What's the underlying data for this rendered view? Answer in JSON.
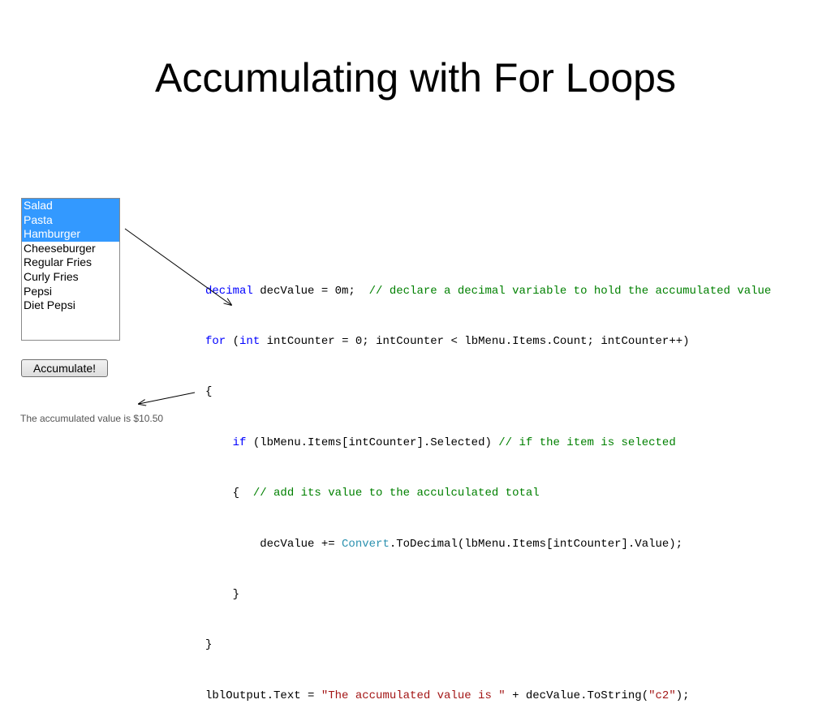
{
  "slide": {
    "title": "Accumulating with For Loops"
  },
  "listbox": {
    "items": [
      {
        "label": "Salad",
        "selected": true
      },
      {
        "label": "Pasta",
        "selected": true
      },
      {
        "label": "Hamburger",
        "selected": true
      },
      {
        "label": "Cheeseburger",
        "selected": false
      },
      {
        "label": "Regular Fries",
        "selected": false
      },
      {
        "label": "Curly Fries",
        "selected": false
      },
      {
        "label": "Pepsi",
        "selected": false
      },
      {
        "label": "Diet Pepsi",
        "selected": false
      }
    ]
  },
  "button": {
    "label": "Accumulate!"
  },
  "output": {
    "text": "The accumulated value is $10.50"
  },
  "code": {
    "line1_kw": "decimal",
    "line1_code": " decValue = 0m;  ",
    "line1_comment": "// declare a decimal variable to hold the accumulated value",
    "line2_kw_for": "for",
    "line2_a": " (",
    "line2_kw_int": "int",
    "line2_b": " intCounter = 0; intCounter < lbMenu.Items.Count; intCounter++)",
    "line3": "{",
    "line4_indent": "    ",
    "line4_kw": "if",
    "line4_code": " (lbMenu.Items[intCounter].Selected) ",
    "line4_comment": "// if the item is selected",
    "line5_code": "    {  ",
    "line5_comment": "// add its value to the acculculated total",
    "line6_a": "        decValue += ",
    "line6_type": "Convert",
    "line6_b": ".ToDecimal(lbMenu.Items[intCounter].Value);",
    "line7": "    }",
    "line8": "}",
    "line9_a": "lblOutput.Text = ",
    "line9_str1": "\"The accumulated value is \"",
    "line9_b": " + decValue.ToString(",
    "line9_str2": "\"c2\"",
    "line9_c": ");"
  },
  "colors": {
    "selection": "#3399ff",
    "keyword": "#0000ff",
    "comment": "#008000",
    "string": "#a31515",
    "type": "#2b91af"
  }
}
